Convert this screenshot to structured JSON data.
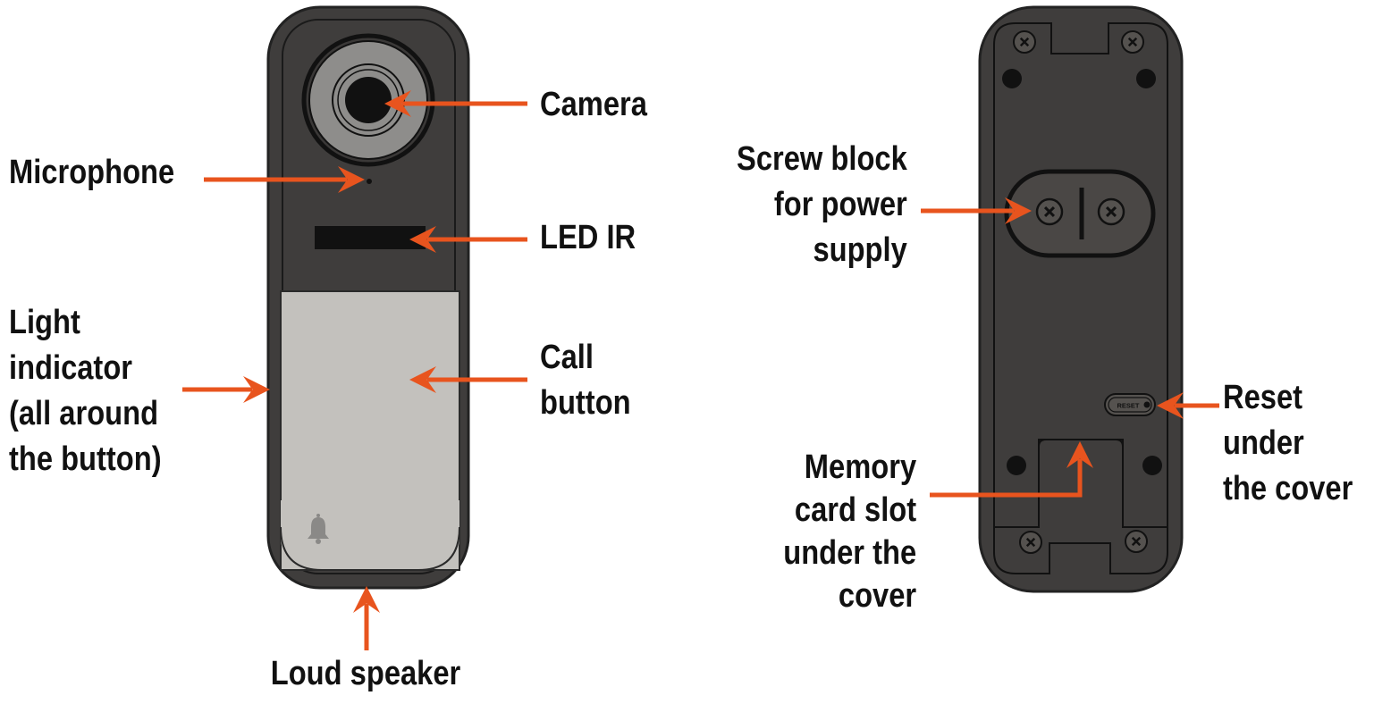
{
  "colors": {
    "device_dark": "#3f3d3c",
    "device_outline": "#222222",
    "button_face": "#c3c1bd",
    "arrow": "#e8541e",
    "hole": "#111111"
  },
  "front": {
    "camera": "Camera",
    "microphone": "Microphone",
    "led_ir": "LED IR",
    "light_indicator": [
      "Light",
      "indicator",
      "(all around",
      "the button)"
    ],
    "call_button": [
      "Call",
      "button"
    ],
    "loud_speaker": "Loud speaker",
    "bell_icon": "bell-icon"
  },
  "back": {
    "screw_block": [
      "Screw block",
      "for power",
      "supply"
    ],
    "reset": [
      "Reset",
      "under",
      "the cover"
    ],
    "reset_button_text": "RESET",
    "memory_card": [
      "Memory",
      "card slot",
      "under the",
      "cover"
    ]
  }
}
